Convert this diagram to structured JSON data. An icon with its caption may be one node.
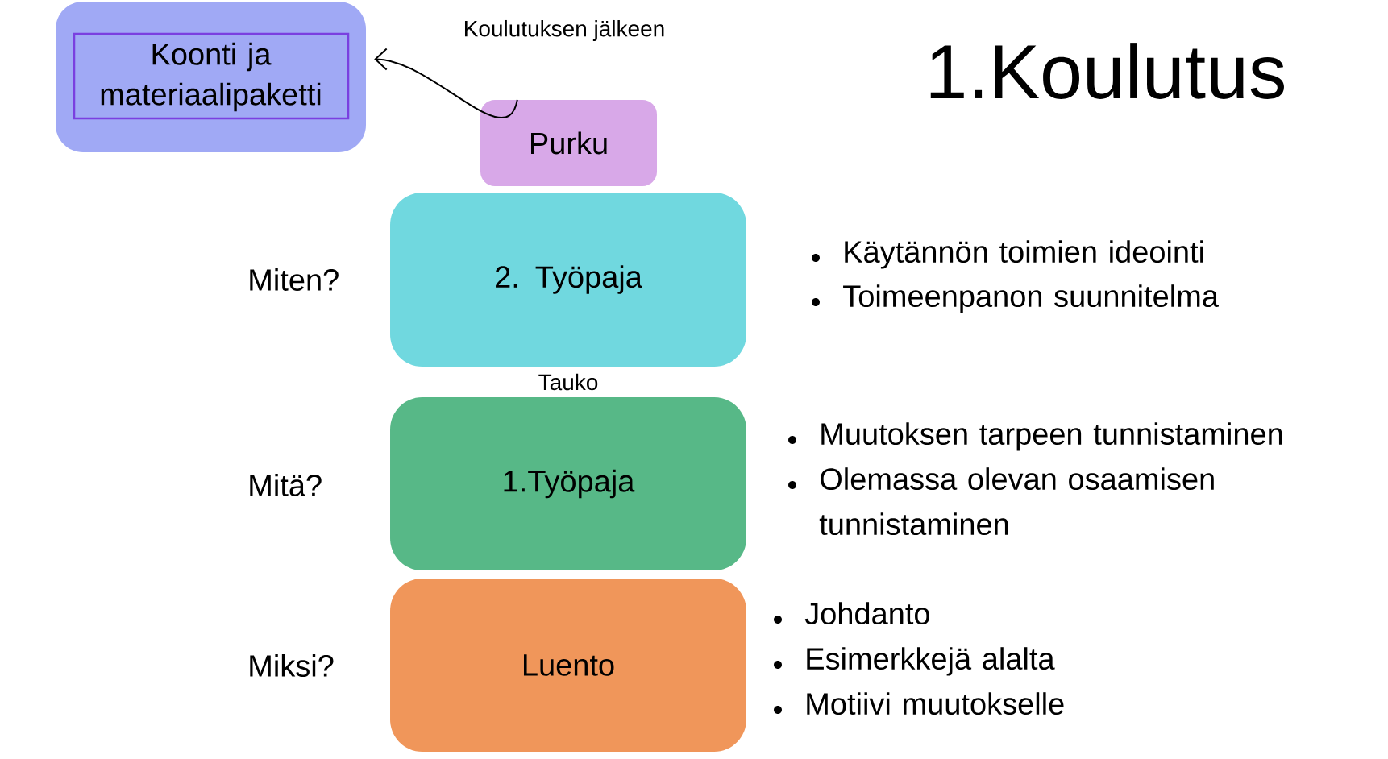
{
  "diagram": {
    "title": "1.Koulutus",
    "nodes": [
      {
        "text": [
          "Koonti ja materiaalipaketti"
        ]
      },
      {
        "text": [
          "Purku"
        ]
      },
      {
        "text": [
          "2. Työpaja"
        ]
      },
      {
        "text": [
          "1.Työpaja"
        ]
      },
      {
        "text": [
          "Luento"
        ]
      }
    ],
    "edges": [
      {
        "from": 1,
        "to": 0,
        "arrow": "to",
        "label": "Koulutuksen jälkeen"
      }
    ],
    "labels": [
      "Miten?",
      "Käytännön toimien ideointi",
      "Toimeenpanon suunnitelma",
      "Tauko",
      "Mitä?",
      "Muutoksen tarpeen tunnistaminen",
      "Olemassa olevan osaamisen tunnistaminen",
      "Miksi?",
      "Johdanto",
      "Esimerkkejä alalta",
      "Motiivi muutokselle"
    ]
  }
}
